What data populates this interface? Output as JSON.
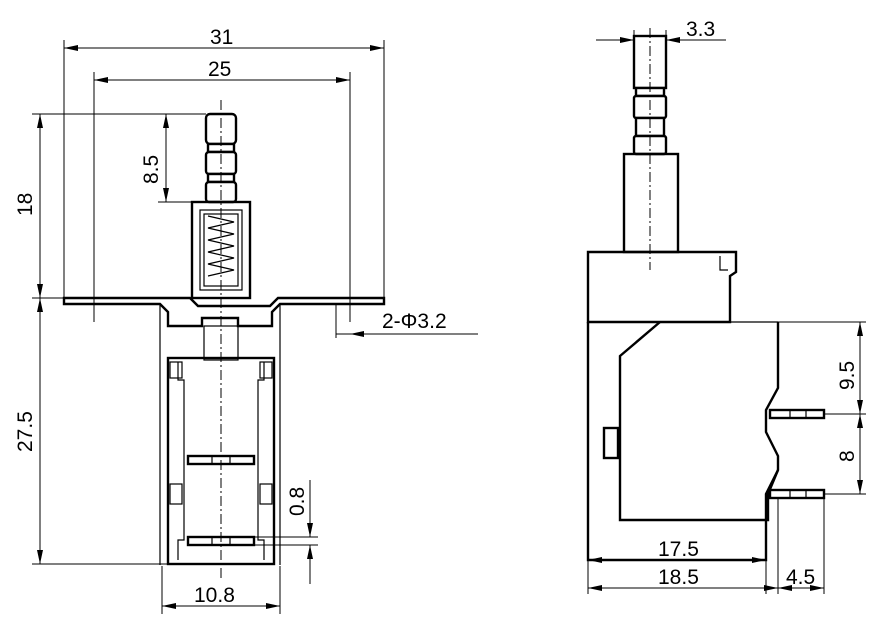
{
  "front_view": {
    "width_overall": "31",
    "width_mounting": "25",
    "height_upper": "18",
    "stem_height": "8.5",
    "height_body": "27.5",
    "mounting_holes": "2-Φ3.2",
    "terminal_thickness": "0.8",
    "body_width": "10.8"
  },
  "side_view": {
    "stem_width": "3.3",
    "terminal_upper": "9.5",
    "terminal_spacing": "8",
    "depth_inner": "17.5",
    "depth_overall": "18.5",
    "terminal_length": "4.5"
  }
}
